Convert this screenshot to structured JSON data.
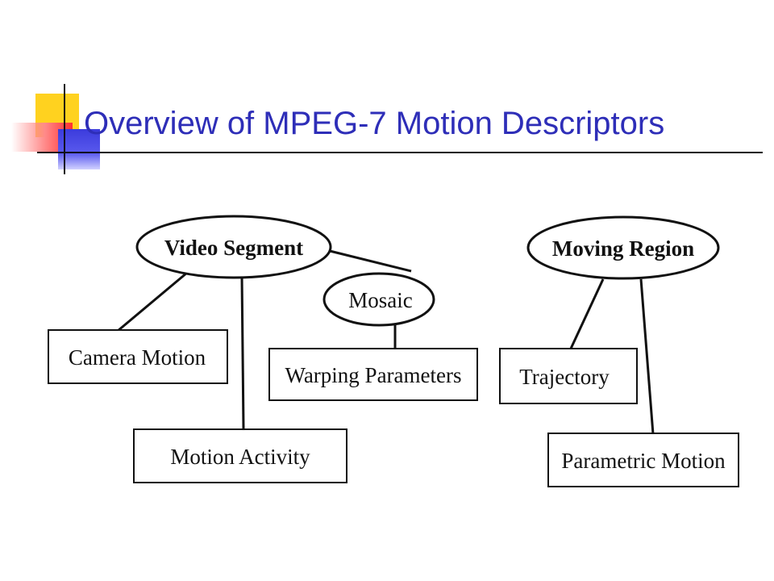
{
  "slide": {
    "title": "Overview of MPEG-7 Motion Descriptors",
    "title_color": "#2e2eb8"
  },
  "diagram": {
    "nodes": {
      "video_segment": "Video Segment",
      "mosaic": "Mosaic",
      "moving_region": "Moving Region",
      "camera_motion": "Camera Motion",
      "motion_activity": "Motion Activity",
      "warping_parameters": "Warping Parameters",
      "trajectory": "Trajectory",
      "parametric_motion": "Parametric Motion"
    }
  }
}
